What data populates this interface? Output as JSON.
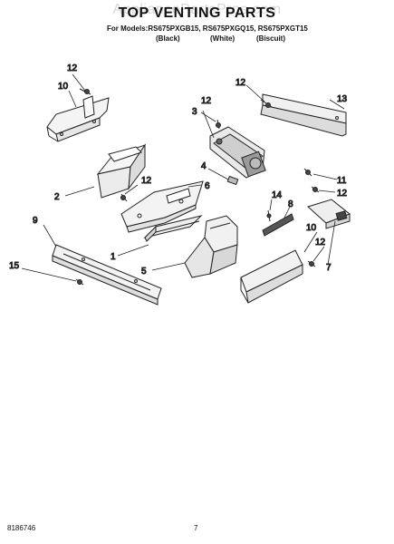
{
  "watermark": "AppliancePartsPros.com",
  "title": "TOP VENTING PARTS",
  "models_line": "For Models:RS675PXGB15, RS675PXGQ15, RS675PXGT15",
  "colors": {
    "black": "(Black)",
    "white": "(White)",
    "biscuit": "(Biscuit)"
  },
  "callouts": {
    "c1": "1",
    "c2": "2",
    "c3": "3",
    "c4": "4",
    "c5": "5",
    "c6": "6",
    "c7": "7",
    "c8": "8",
    "c9": "9",
    "c10a": "10",
    "c10b": "10",
    "c11": "11",
    "c12a": "12",
    "c12b": "12",
    "c12c": "12",
    "c12d": "12",
    "c12e": "12",
    "c12f": "12",
    "c13": "13",
    "c14": "14",
    "c15": "15"
  },
  "footer": {
    "doc_number": "8186746",
    "page_number": "7"
  }
}
